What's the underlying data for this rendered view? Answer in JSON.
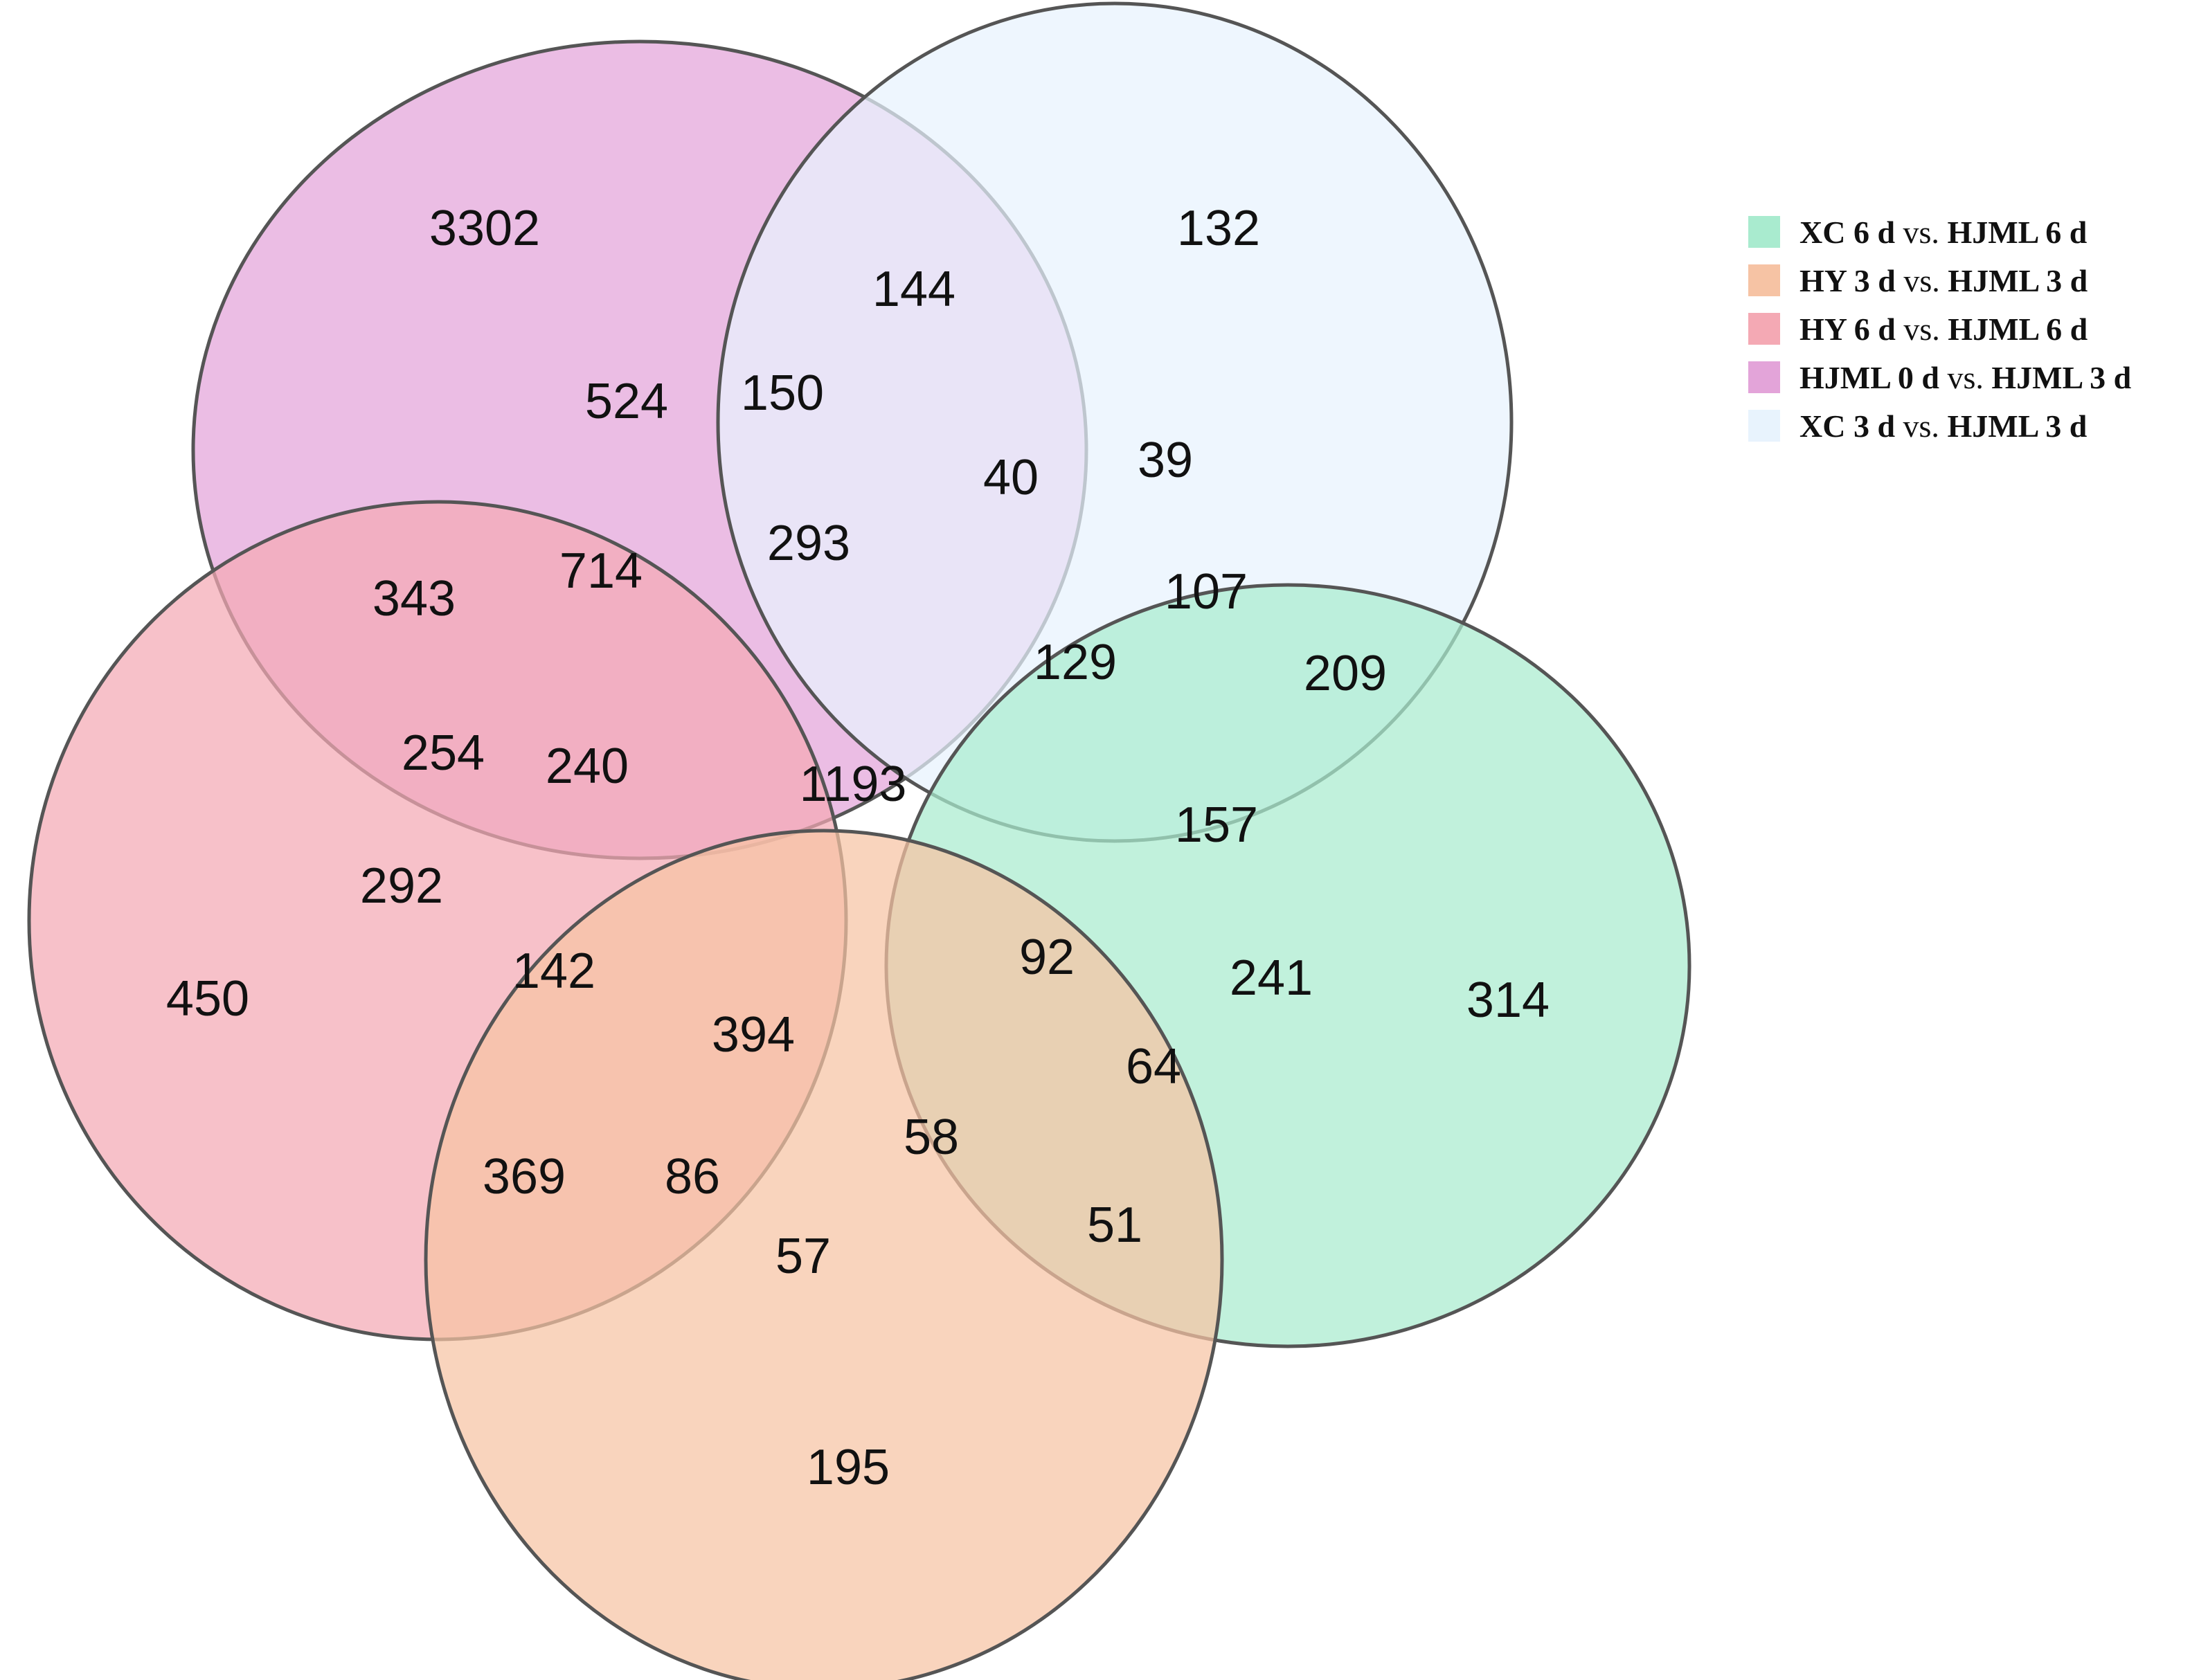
{
  "sets": [
    {
      "name": "XC 6 d vs. HJML 6 d",
      "a": "XC 6 d",
      "vs": "vs.",
      "b": "HJML 6 d",
      "color": "#a9ebcf"
    },
    {
      "name": "HY 3 d vs. HJML 3 d",
      "a": "HY 3 d",
      "vs": "vs.",
      "b": "HJML 3 d",
      "color": "#f6c3a4"
    },
    {
      "name": "HY 6 d vs. HJML 6 d",
      "a": "HY 6 d",
      "vs": "vs.",
      "b": "HJML 6 d",
      "color": "#f4a9b4"
    },
    {
      "name": "HJML 0 d vs. HJML 3 d",
      "a": "HJML 0 d",
      "vs": "vs.",
      "b": "HJML 3 d",
      "color": "#e3a4d9"
    },
    {
      "name": "XC 3 d vs. HJML 3 d",
      "a": "XC 3 d",
      "vs": "vs.",
      "b": "HJML 3 d",
      "color": "#e8f3fd"
    }
  ],
  "regions": [
    {
      "value": "3302"
    },
    {
      "value": "132"
    },
    {
      "value": "144"
    },
    {
      "value": "524"
    },
    {
      "value": "150"
    },
    {
      "value": "39"
    },
    {
      "value": "40"
    },
    {
      "value": "293"
    },
    {
      "value": "714"
    },
    {
      "value": "343"
    },
    {
      "value": "107"
    },
    {
      "value": "129"
    },
    {
      "value": "209"
    },
    {
      "value": "254"
    },
    {
      "value": "240"
    },
    {
      "value": "1193"
    },
    {
      "value": "157"
    },
    {
      "value": "292"
    },
    {
      "value": "142"
    },
    {
      "value": "92"
    },
    {
      "value": "241"
    },
    {
      "value": "450"
    },
    {
      "value": "394"
    },
    {
      "value": "314"
    },
    {
      "value": "64"
    },
    {
      "value": "58"
    },
    {
      "value": "369"
    },
    {
      "value": "86"
    },
    {
      "value": "51"
    },
    {
      "value": "57"
    },
    {
      "value": "195"
    }
  ]
}
